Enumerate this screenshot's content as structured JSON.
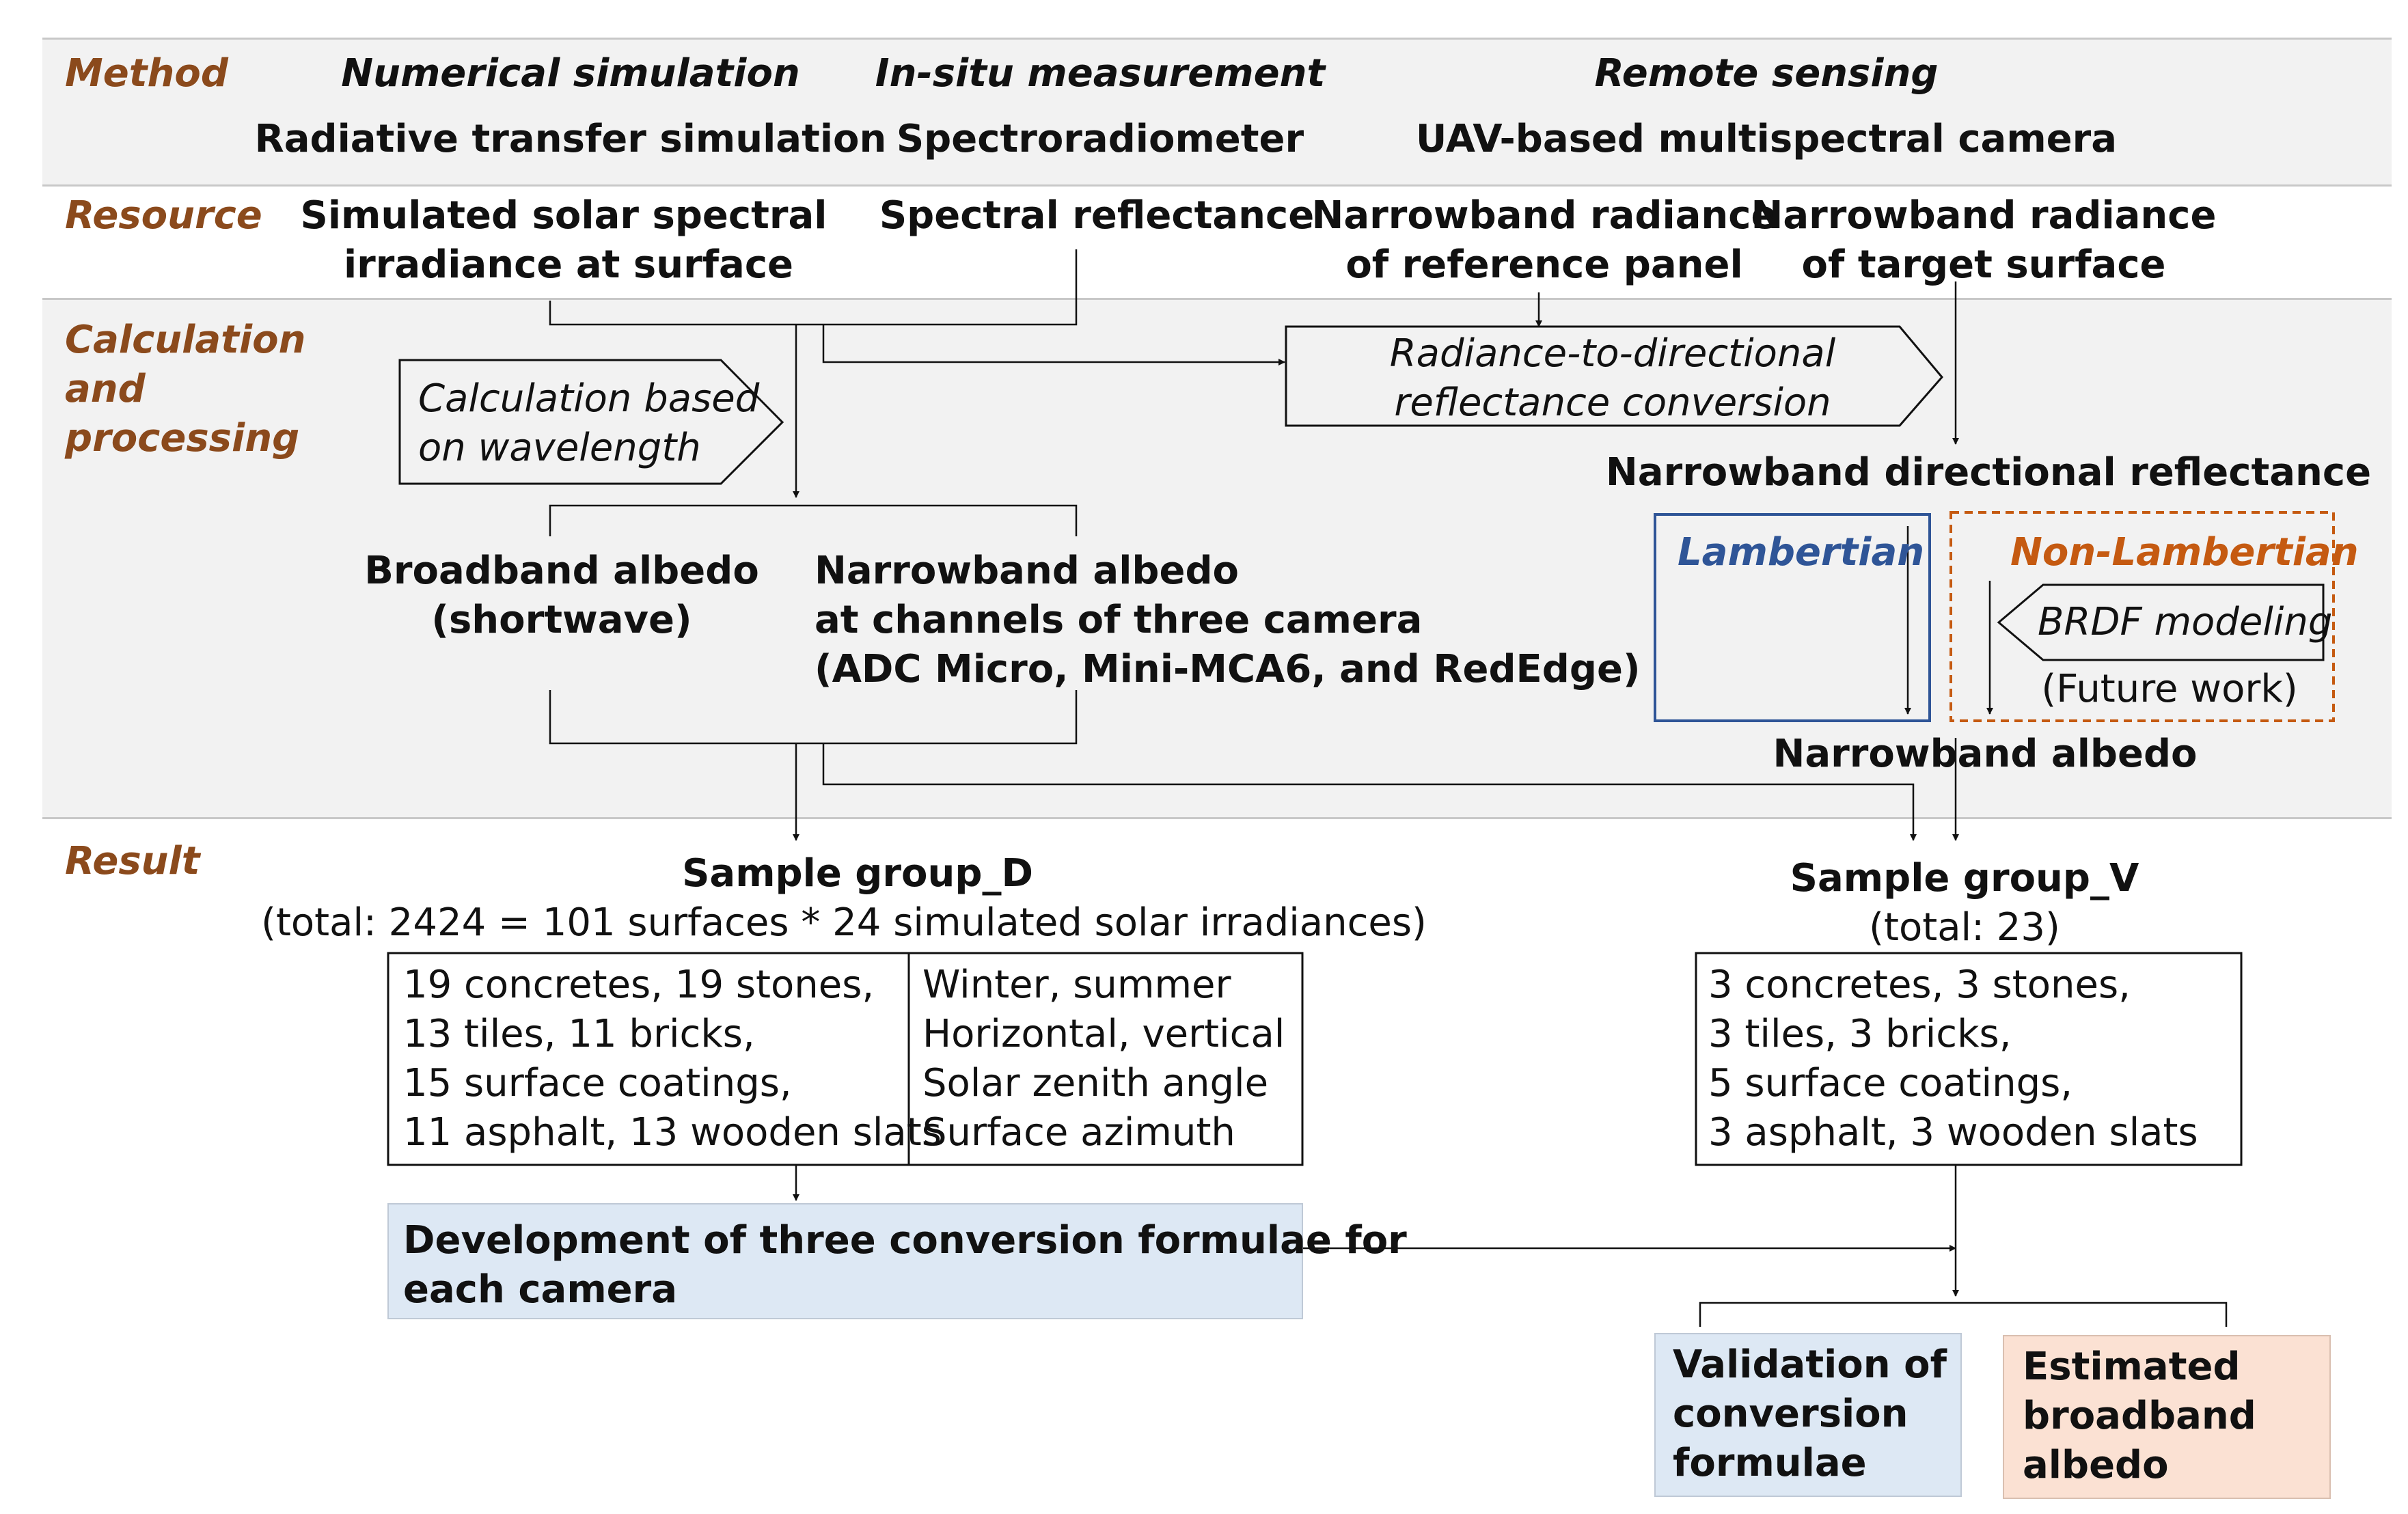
{
  "sections": {
    "method": "Method",
    "resource": "Resource",
    "calc1": "Calculation",
    "calc2": "and",
    "calc3": "processing",
    "result": "Result"
  },
  "methods": {
    "numerical": "Numerical simulation",
    "numerical_sub": "Radiative transfer simulation",
    "insitu": "In-situ measurement",
    "insitu_sub": "Spectroradiometer",
    "remote": "Remote sensing",
    "remote_sub": "UAV-based multispectral camera"
  },
  "resources": {
    "irradiance_1": "Simulated solar spectral",
    "irradiance_2": "irradiance at surface",
    "reflectance": "Spectral reflectance",
    "ref_panel_1": "Narrowband radiance",
    "ref_panel_2": "of reference panel",
    "target_1": "Narrowband radiance",
    "target_2": "of target surface"
  },
  "processing": {
    "calc_wave_1": "Calculation based",
    "calc_wave_2": "on wavelength",
    "conversion_1": "Radiance-to-directional",
    "conversion_2": "reflectance conversion",
    "directional": "Narrowband directional reflectance",
    "broadband_1": "Broadband albedo",
    "broadband_2": "(shortwave)",
    "narrowband_1": "Narrowband albedo",
    "narrowband_2": "at channels of three camera",
    "narrowband_3": "(ADC Micro, Mini-MCA6, and RedEdge)",
    "lambertian": "Lambertian",
    "non_lambertian": "Non-Lambertian",
    "brdf": "BRDF modeling",
    "future": "(Future work)",
    "narrowband_albedo": "Narrowband albedo"
  },
  "results": {
    "group_d": "Sample group_D",
    "group_d_total": "(total: 2424 = 101 surfaces * 24 simulated solar irradiances)",
    "group_d_surfaces": [
      "19 concretes, 19 stones,",
      "13 tiles, 11 bricks,",
      "15 surface coatings,",
      "11 asphalt, 13 wooden slats"
    ],
    "group_d_conditions": [
      "Winter, summer",
      "Horizontal, vertical",
      "Solar zenith angle",
      "Surface azimuth"
    ],
    "group_v": "Sample group_V",
    "group_v_total": "(total: 23)",
    "group_v_surfaces": [
      "3 concretes, 3 stones,",
      "3 tiles, 3 bricks,",
      "5 surface coatings,",
      "3 asphalt, 3 wooden slats"
    ],
    "development_1": "Development of three conversion formulae for",
    "development_2": "each camera",
    "validation_1": "Validation of",
    "validation_2": "conversion",
    "validation_3": "formulae",
    "estimated_1": "Estimated",
    "estimated_2": "broadband",
    "estimated_3": "albedo"
  },
  "colors": {
    "section_label": "#8b4a1c",
    "lambertian": "#2f5597",
    "non_lambertian": "#c55a11",
    "band_bg": "#f2f2f2",
    "blue_box": "#dde8f4",
    "peach_box": "#fbe1d3"
  }
}
